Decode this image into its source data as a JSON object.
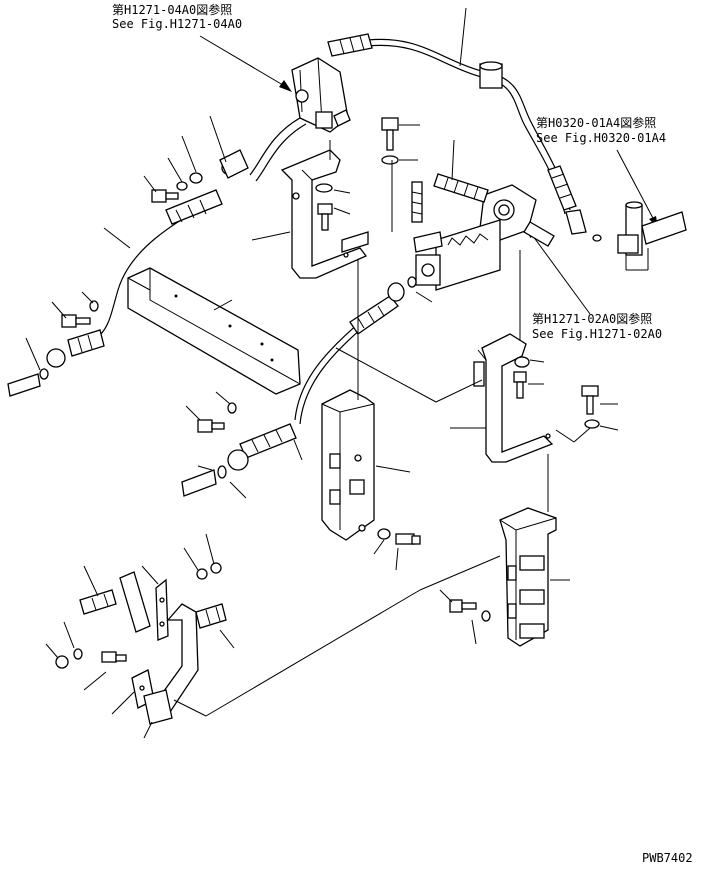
{
  "references": {
    "top_left": {
      "line1": "第H1271-04A0図参照",
      "line2": "See Fig.H1271-04A0"
    },
    "top_right": {
      "line1": "第H0320-01A4図参照",
      "line2": "See Fig.H0320-01A4"
    },
    "middle_right": {
      "line1": "第H1271-02A0図参照",
      "line2": "See Fig.H1271-02A0"
    }
  },
  "drawing_code": "PWB7402"
}
